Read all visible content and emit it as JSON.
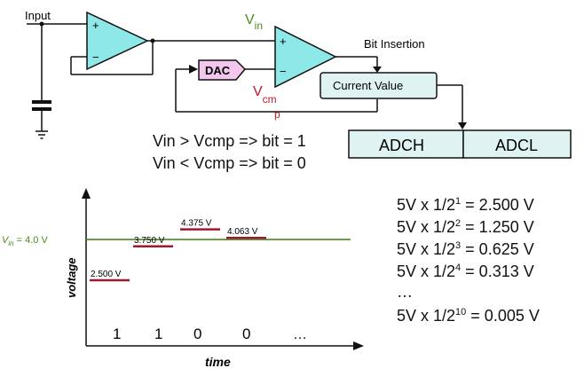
{
  "circuit": {
    "input_label": "Input",
    "vin_label": "V",
    "vin_sub": "in",
    "dac_label": "DAC",
    "vcmp_label": "V",
    "vcmp_sub": "cm",
    "vcmp_sub2": "p",
    "bit_insertion_label": "Bit Insertion",
    "current_value_label": "Current Value",
    "adch_label": "ADCH",
    "adcl_label": "ADCL",
    "plus_sign": "+",
    "minus_sign": "−",
    "colors": {
      "vin": "#4a8a1c",
      "vcmp": "#c0182c",
      "dac_fill": "#f3c6ee",
      "register_fill": "#dff3f3"
    }
  },
  "rules": {
    "greater": "Vin > Vcmp => bit = 1",
    "less": "Vin < Vcmp => bit = 0"
  },
  "chart_data": {
    "type": "step",
    "ylabel": "voltage",
    "xlabel": "time",
    "reference_line": {
      "label_main": "V",
      "label_sub": "in",
      "label_rest": " = 4.0 V",
      "value": 4.0,
      "color": "#4a8a1c"
    },
    "steps": [
      {
        "label": "2.500 V",
        "value": 2.5
      },
      {
        "label": "3.750 V",
        "value": 3.75
      },
      {
        "label": "4.375 V",
        "value": 4.375
      },
      {
        "label": "4.063 V",
        "value": 4.063
      }
    ],
    "bits": [
      "1",
      "1",
      "0",
      "0"
    ],
    "ellipsis": "…",
    "step_color": "#a0182c"
  },
  "equations": [
    {
      "base": "5V x 1/2",
      "exp": "1",
      "result": " = 2.500 V"
    },
    {
      "base": "5V x 1/2",
      "exp": "2",
      "result": " = 1.250 V"
    },
    {
      "base": "5V x 1/2",
      "exp": "3",
      "result": " = 0.625 V"
    },
    {
      "base": "5V x 1/2",
      "exp": "4",
      "result": " = 0.313 V"
    },
    {
      "ellipsis": "…"
    },
    {
      "base": "5V x 1/2",
      "exp": "10",
      "result": " = 0.005 V"
    }
  ]
}
